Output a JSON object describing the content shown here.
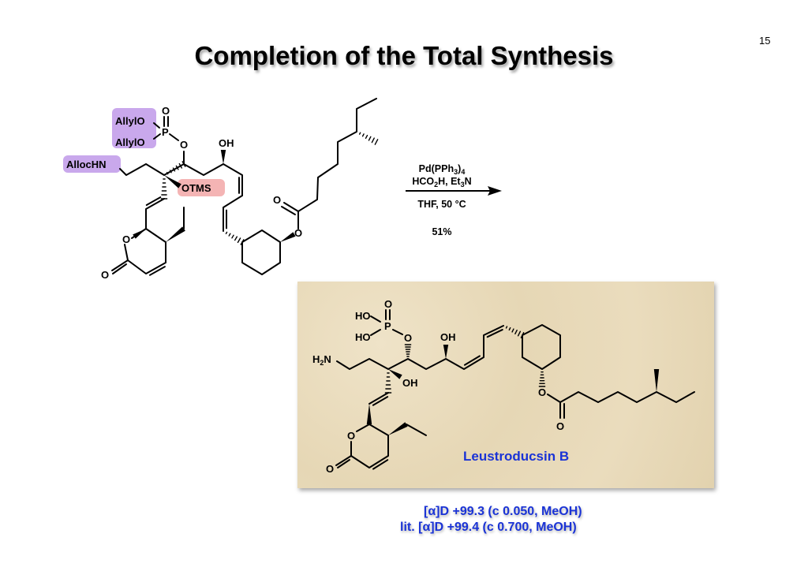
{
  "slide": {
    "title": "Completion of the Total Synthesis",
    "page_number": "15"
  },
  "starting_material": {
    "labels": {
      "allylo_1": "AllylO",
      "allylo_2": "AllylO",
      "p": "P",
      "p_oxo": "O",
      "p_ester_o": "O",
      "allochn": "AllocHN",
      "otms": "OTMS",
      "oh": "OH",
      "lactone_o": "O",
      "lactone_carbonyl_o": "O",
      "ester_o": "O",
      "ester_carbonyl_o": "O"
    },
    "highlight_colors": {
      "protecting_group": "#c9a8ec",
      "silyl": "#f4b4b4"
    }
  },
  "reaction": {
    "reagent_1": "Pd(PPh",
    "reagent_1_sub": "3",
    "reagent_1_tail": ")",
    "reagent_1_sub2": "4",
    "reagent_2a": "HCO",
    "reagent_2a_sub": "2",
    "reagent_2b": "H, Et",
    "reagent_2b_sub": "3",
    "reagent_2c": "N",
    "conditions": "THF, 50 °C",
    "yield": "51%"
  },
  "product": {
    "name": "Leustroducsin B",
    "name_color": "#1a33d6",
    "labels": {
      "ho_1": "HO",
      "ho_2": "HO",
      "p": "P",
      "p_oxo": "O",
      "p_ester_o": "O",
      "h2n_h": "H",
      "h2n_sub": "2",
      "h2n_n": "N",
      "oh_tertiary": "OH",
      "oh_secondary": "OH",
      "lactone_o": "O",
      "lactone_carbonyl_o": "O",
      "ester_o": "O",
      "ester_carbonyl_o": "O"
    }
  },
  "optical_rotation": {
    "measured": "[α]D +99.3 (c 0.050, MeOH)",
    "literature": "lit. [α]D +99.4 (c 0.700, MeOH)"
  }
}
